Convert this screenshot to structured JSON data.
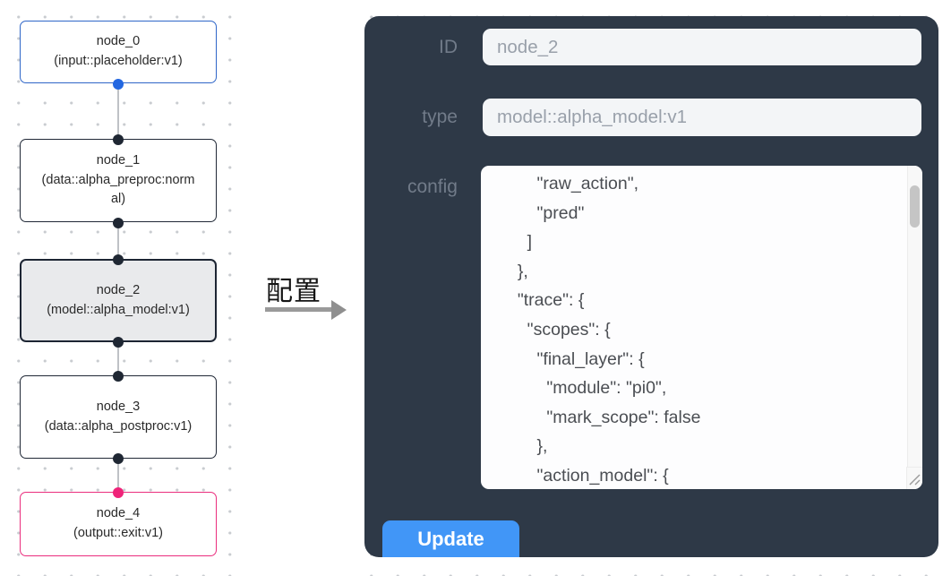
{
  "canvas": {
    "nodes": [
      {
        "name": "node_0",
        "type_label": "(input::placeholder:v1)",
        "role": "input"
      },
      {
        "name": "node_1",
        "type_label": "(data::alpha_preproc:normal)",
        "role": "process"
      },
      {
        "name": "node_2",
        "type_label": "(model::alpha_model:v1)",
        "role": "model",
        "selected": true
      },
      {
        "name": "node_3",
        "type_label": "(data::alpha_postproc:v1)",
        "role": "process"
      },
      {
        "name": "node_4",
        "type_label": "(output::exit:v1)",
        "role": "output"
      }
    ]
  },
  "transition": {
    "label": "配置"
  },
  "panel": {
    "fields": [
      {
        "label": "ID",
        "value": "node_2"
      },
      {
        "label": "type",
        "value": "model::alpha_model:v1"
      }
    ],
    "config_label": "config",
    "config_text": "      \"raw_action\",\n      \"pred\"\n    ]\n  },\n  \"trace\": {\n    \"scopes\": {\n      \"final_layer\": {\n        \"module\": \"pi0\",\n        \"mark_scope\": false\n      },\n      \"action_model\": {",
    "update_label": "Update"
  },
  "colors": {
    "panel_background": "#2e3947",
    "accent_button": "#4196f7",
    "node_border_default": "#202836",
    "node_border_input": "#2f66c8",
    "node_border_output": "#ea2d7d",
    "node_selected_fill": "#e9eaec",
    "port_dark": "#1f2733",
    "port_blue": "#2367e1",
    "port_pink": "#ef2379",
    "grid_dot": "#c9ccd0"
  }
}
